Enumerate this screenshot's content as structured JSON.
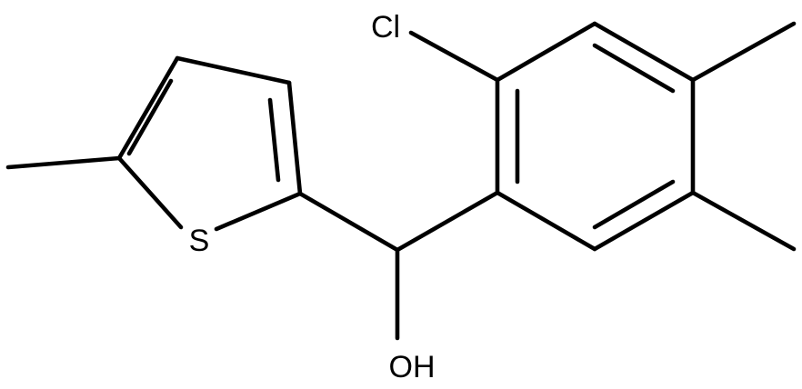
{
  "molecule": {
    "atom_labels": {
      "chlorine": "Cl",
      "sulfur": "S",
      "hydroxyl": "OH"
    },
    "colors": {
      "bond": "#000000",
      "label": "#000000",
      "background": "#ffffff"
    }
  }
}
